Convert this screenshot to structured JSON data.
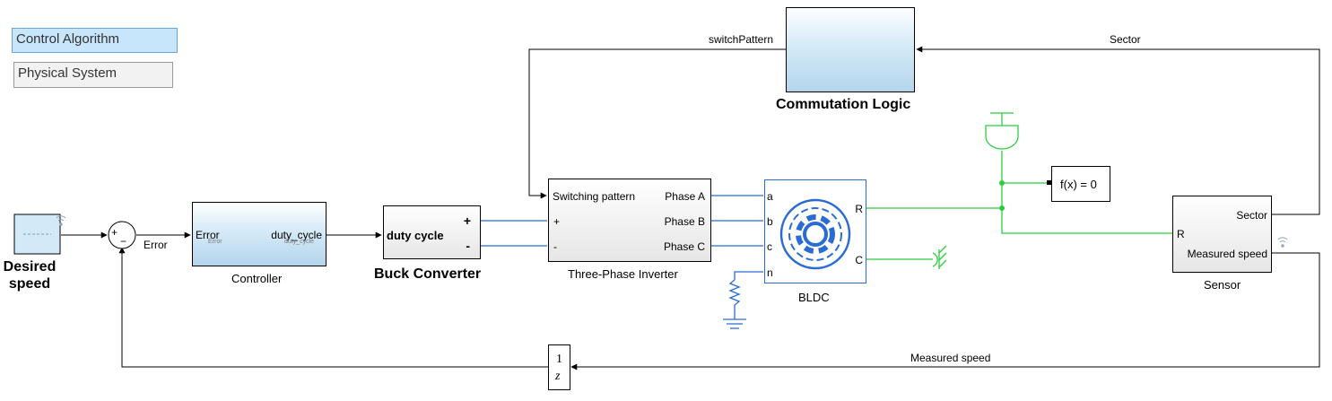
{
  "legend": {
    "control": "Control Algorithm",
    "physical": "Physical System",
    "control_color": "#c8e6fb",
    "physical_color": "#f2f2f2"
  },
  "blocks": {
    "desired_speed": "Desired speed",
    "controller": {
      "label": "Controller",
      "in_port": "Error",
      "out_port": "duty_cycle",
      "inner_in": "Error",
      "inner_out": "duty_cycle"
    },
    "buck": {
      "label": "Buck Converter",
      "in_port": "duty cycle",
      "plus": "+",
      "minus": "-"
    },
    "inverter": {
      "label": "Three-Phase Inverter",
      "in_port": "Switching pattern",
      "plus": "+",
      "minus": "-",
      "out_a": "Phase A",
      "out_b": "Phase B",
      "out_c": "Phase C"
    },
    "bldc": {
      "label": "BLDC",
      "port_a": "a",
      "port_b": "b",
      "port_c": "c",
      "port_n": "n",
      "port_r": "R",
      "port_c_out": "C"
    },
    "commutation": "Commutation Logic",
    "solver": "f(x) = 0",
    "sensor": {
      "label": "Sensor",
      "in_port": "R",
      "out_sector": "Sector",
      "out_speed": "Measured speed"
    },
    "delay": {
      "numerator": "1",
      "denominator": "z"
    },
    "sum": {
      "plus": "+",
      "minus": "−"
    }
  },
  "signals": {
    "error": "Error",
    "switch_pattern": "switchPattern",
    "sector": "Sector",
    "measured_speed": "Measured speed"
  },
  "colors": {
    "electrical": "#2b6cd4",
    "mechanical": "#2ecc40",
    "signal": "#000000"
  }
}
